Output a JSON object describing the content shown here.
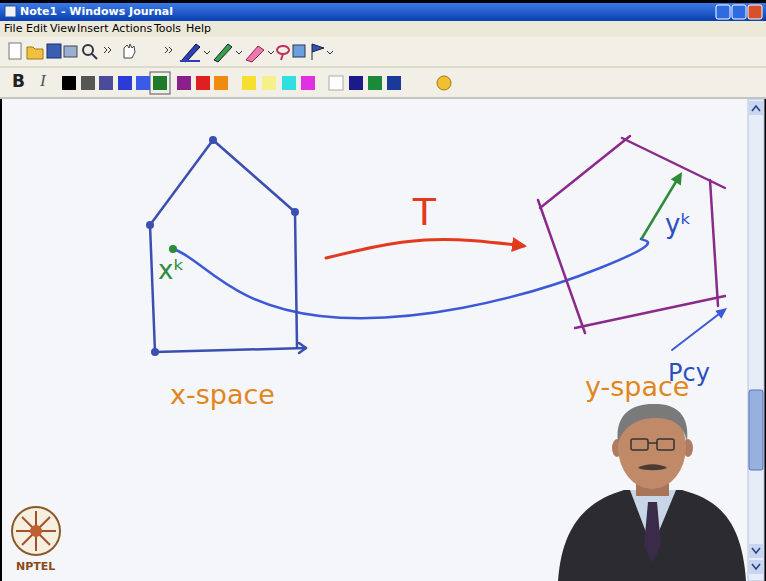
{
  "diagram": {
    "nodes": [
      {
        "text": [
          "xᵏ",
          "x-space"
        ]
      },
      {
        "text": [
          "yᵏ",
          "y-space"
        ]
      }
    ],
    "edges": [
      {
        "from": 0,
        "to": 1,
        "arrow": "to",
        "label": "T"
      }
    ],
    "labels": [
      "Note1 - Windows Journal",
      "File",
      "Edit",
      "View",
      "Insert",
      "Actions",
      "Tools",
      "Help",
      "B",
      "I",
      "Pcy",
      "NPTEL"
    ]
  }
}
